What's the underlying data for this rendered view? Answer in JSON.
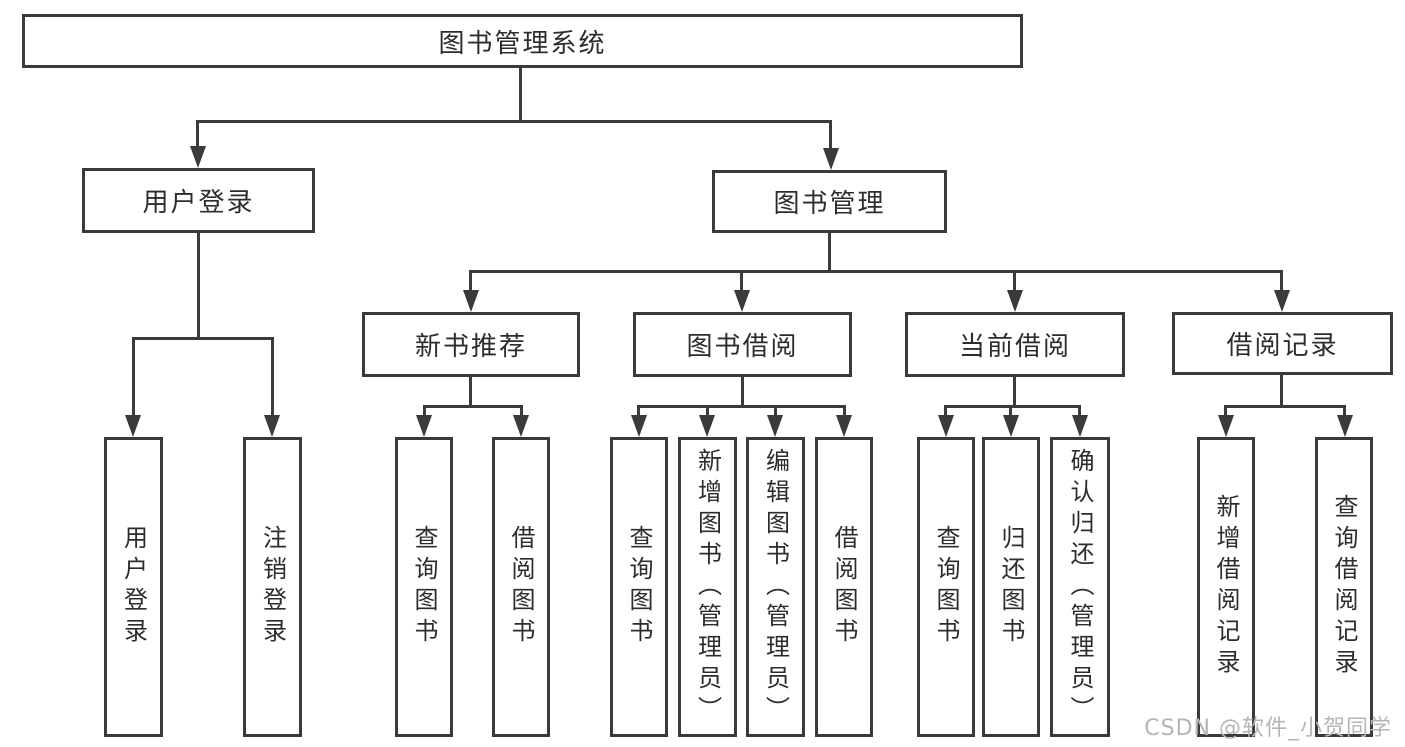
{
  "diagram": {
    "root": {
      "label": "图书管理系统"
    },
    "level2": {
      "user_login": {
        "label": "用户登录"
      },
      "book_management": {
        "label": "图书管理"
      }
    },
    "level3": {
      "new_book_recommend": {
        "label": "新书推荐"
      },
      "book_borrowing": {
        "label": "图书借阅"
      },
      "current_borrowing": {
        "label": "当前借阅"
      },
      "borrowing_records": {
        "label": "借阅记录"
      }
    },
    "leaves": {
      "user_login": {
        "label": "用户登录"
      },
      "logout": {
        "label": "注销登录"
      },
      "recommend_query_books": {
        "label": "查询图书"
      },
      "recommend_borrow_books": {
        "label": "借阅图书"
      },
      "borrowing_query_books": {
        "label": "查询图书"
      },
      "borrowing_add_books": {
        "label": "新增图书（管理员）"
      },
      "borrowing_edit_books": {
        "label": "编辑图书（管理员）"
      },
      "borrowing_borrow_books": {
        "label": "借阅图书"
      },
      "current_query_books": {
        "label": "查询图书"
      },
      "current_return_books": {
        "label": "归还图书"
      },
      "current_confirm_return": {
        "label": "确认归还（管理员）"
      },
      "records_add_record": {
        "label": "新增借阅记录"
      },
      "records_query_record": {
        "label": "查询借阅记录"
      }
    },
    "watermark": "CSDN @软件_小贺同学",
    "colors": {
      "line": "#3a3a3a",
      "text": "#2d2d2d",
      "watermark": "#b5b5b5",
      "background": "#ffffff"
    }
  }
}
